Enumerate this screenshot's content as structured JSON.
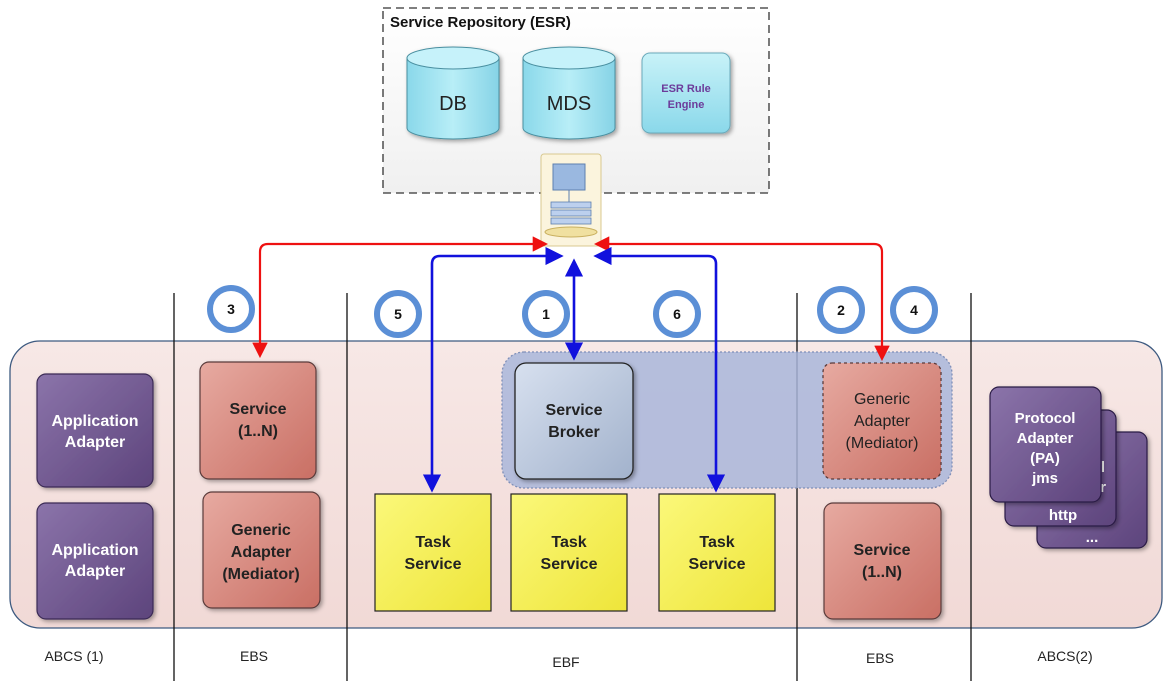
{
  "repository": {
    "title": "Service Repository (ESR)",
    "db_label": "DB",
    "mds_label": "MDS",
    "rule_engine_line1": "ESR Rule",
    "rule_engine_line2": "Engine"
  },
  "lanes": [
    {
      "label": "ABCS (1)"
    },
    {
      "label": "EBS"
    },
    {
      "label": "EBF"
    },
    {
      "label": "EBS"
    },
    {
      "label": "ABCS(2)"
    }
  ],
  "steps": [
    "3",
    "5",
    "1",
    "6",
    "2",
    "4"
  ],
  "components": {
    "app_adapter_top": [
      "Application",
      "Adapter"
    ],
    "app_adapter_bottom": [
      "Application",
      "Adapter"
    ],
    "ebs_service": [
      "Service",
      "(1..N)"
    ],
    "ebs_generic_adapter": [
      "Generic",
      "Adapter",
      "(Mediator)"
    ],
    "service_broker": [
      "Service",
      "Broker"
    ],
    "task_service_1": [
      "Task",
      "Service"
    ],
    "task_service_2": [
      "Task",
      "Service"
    ],
    "task_service_3": [
      "Task",
      "Service"
    ],
    "ebs2_generic_adapter": [
      "Generic",
      "Adapter",
      "(Mediator)"
    ],
    "ebs2_service": [
      "Service",
      "(1..N)"
    ],
    "protocol_adapter_front": [
      "Protocol",
      "Adapter",
      "(PA)",
      "jms"
    ],
    "protocol_adapter_mid_partial": [
      "l",
      "r"
    ],
    "protocol_adapter_mid": [
      "http"
    ],
    "protocol_adapter_back": [
      "..."
    ]
  },
  "colors": {
    "red_arrow": "#ee1111",
    "blue_arrow": "#1111dd",
    "circle_ring": "#5b8fd6",
    "purple_box": "#6b4f8c",
    "salmon_box": "#d88a80",
    "yellow_box": "#f5f05a",
    "cylinder": "#9ee2ef"
  }
}
